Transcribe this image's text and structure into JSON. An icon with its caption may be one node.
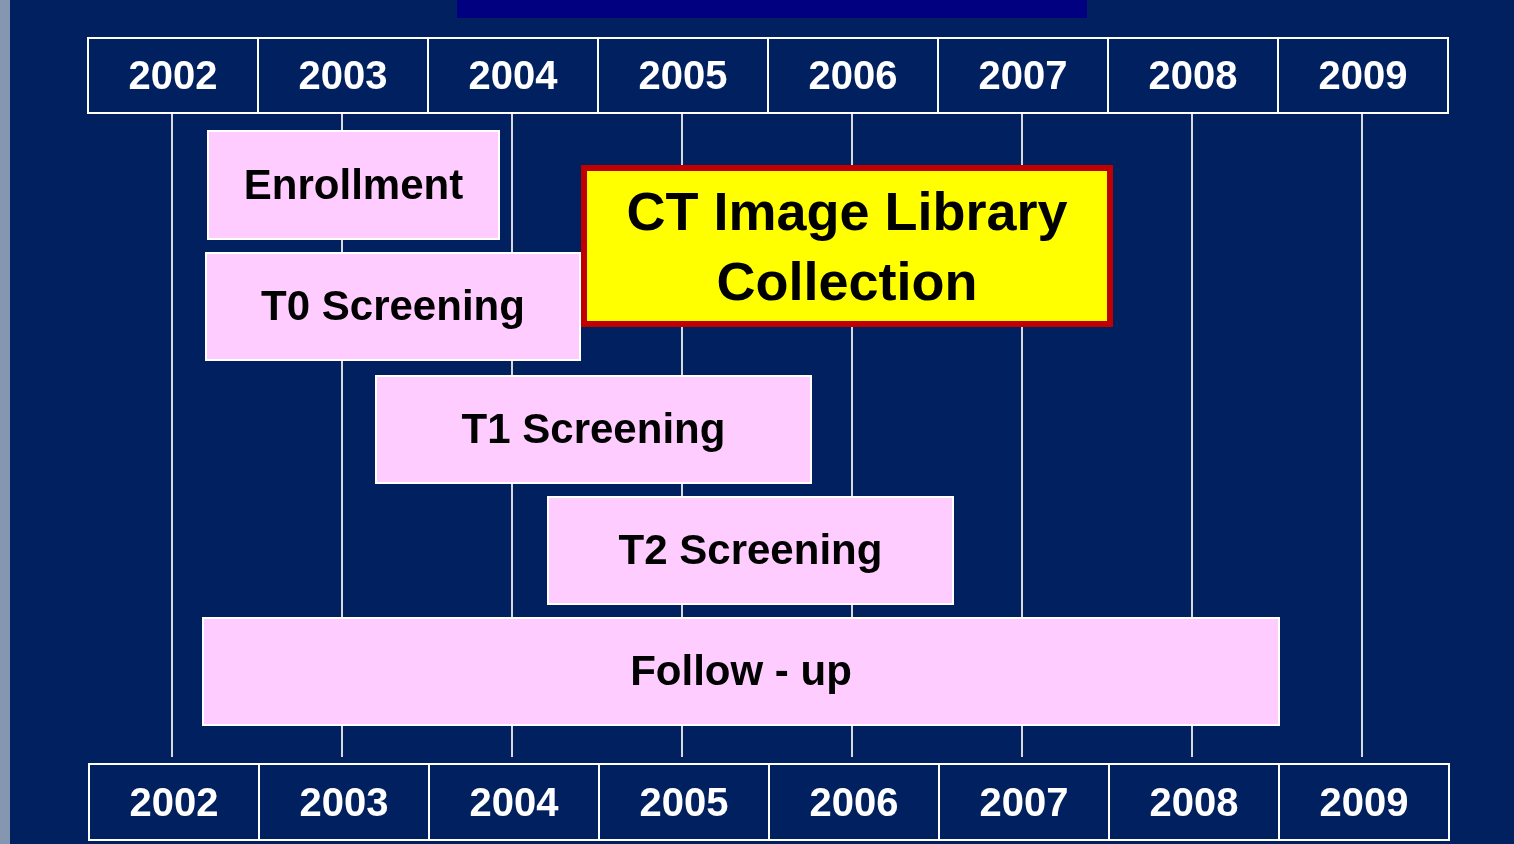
{
  "diagram": {
    "nodes": [
      {
        "text": [
          "Enrollment"
        ]
      },
      {
        "text": [
          "T0 Screening"
        ]
      },
      {
        "text": [
          "CT Image Library Collection"
        ]
      },
      {
        "text": [
          "T1 Screening"
        ]
      },
      {
        "text": [
          "T2 Screening"
        ]
      },
      {
        "text": [
          "Follow - up"
        ]
      }
    ],
    "labels": [
      "2002",
      "2003",
      "2004",
      "2005",
      "2006",
      "2007",
      "2008",
      "2009",
      "2002",
      "2003",
      "2004",
      "2005",
      "2006",
      "2007",
      "2008",
      "2009"
    ]
  }
}
